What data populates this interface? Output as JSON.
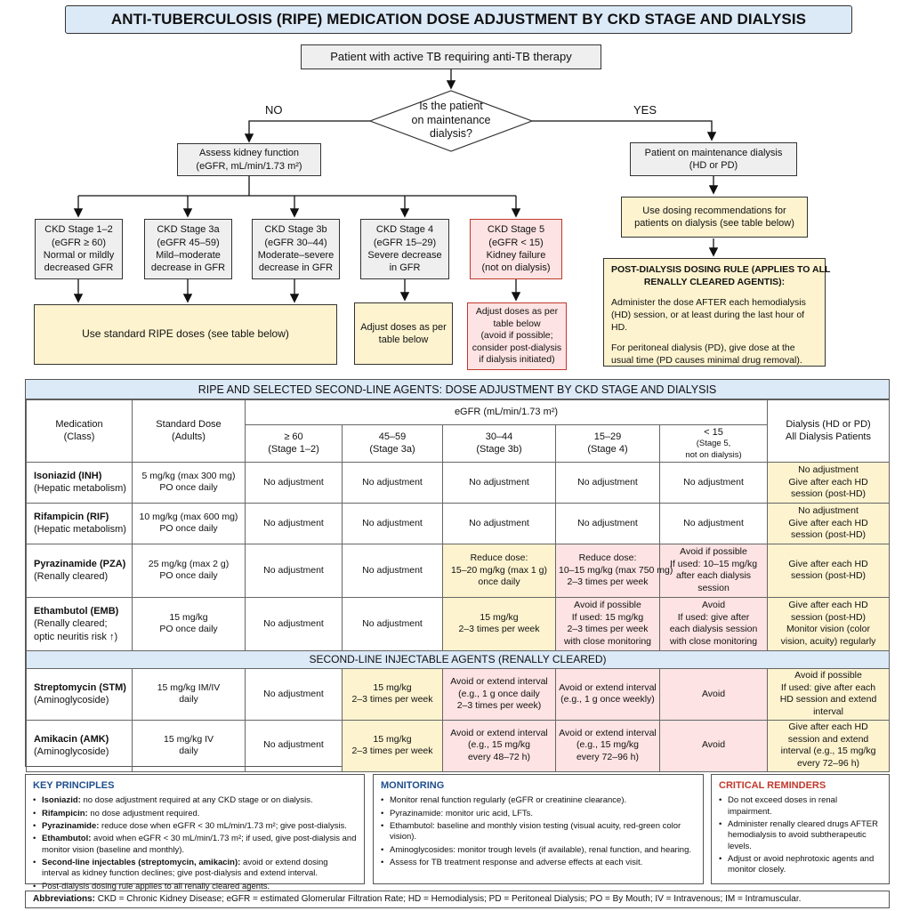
{
  "title": "ANTI-TUBERCULOSIS (RIPE) MEDICATION DOSE ADJUSTMENT BY CKD STAGE AND DIALYSIS",
  "start": "Patient with active TB requiring anti-TB therapy",
  "decision": [
    "Is the patient",
    "on maintenance",
    "dialysis?"
  ],
  "no_label": "NO",
  "yes_label": "YES",
  "assess": [
    "Assess kidney function",
    "(eGFR, mL/min/1.73 m²)"
  ],
  "dialysis_patient": [
    "Patient on maintenance dialysis",
    "(HD or PD)"
  ],
  "stages": [
    [
      "CKD Stage 1–2",
      "(eGFR ≥ 60)",
      "Normal or mildly",
      "decreased GFR"
    ],
    [
      "CKD Stage 3a",
      "(eGFR 45–59)",
      "Mild–moderate",
      "decrease in GFR"
    ],
    [
      "CKD Stage 3b",
      "(eGFR 30–44)",
      "Moderate–severe",
      "decrease in GFR"
    ],
    [
      "CKD Stage 4",
      "(eGFR 15–29)",
      "Severe decrease",
      "in GFR"
    ],
    [
      "CKD Stage 5",
      "(eGFR < 15)",
      "Kidney failure",
      "(not on dialysis)"
    ]
  ],
  "use_dialysis": [
    "Use dosing recommendations for",
    "patients on dialysis (see table below)"
  ],
  "standard": "Use standard RIPE doses (see table below)",
  "adjust4": [
    "Adjust doses as per",
    "table below"
  ],
  "adjust5": [
    "Adjust doses as per",
    "table below",
    "(avoid if possible;",
    "consider post-dialysis",
    "if dialysis initiated)"
  ],
  "rule": {
    "title": [
      "POST-DIALYSIS DOSING RULE (APPLIES TO ALL",
      "RENALLY CLEARED AGENTIS):"
    ],
    "p1": "Administer the dose AFTER each hemodialysis (HD) session, or at least during the last hour of HD.",
    "p2": "For peritoneal dialysis (PD), give dose at the usual time (PD causes minimal drug removal)."
  },
  "table": {
    "title": "RIPE AND SELECTED SECOND-LINE AGENTS: DOSE ADJUSTMENT BY CKD STAGE AND DIALYSIS",
    "h_med": [
      "Medication",
      "(Class)"
    ],
    "h_dose": [
      "Standard Dose",
      "(Adults)"
    ],
    "h_egfr": "eGFR (mL/min/1.73 m²)",
    "h_dial": [
      "Dialysis (HD or PD)",
      "All Dialysis Patients"
    ],
    "h_stages": [
      [
        "≥ 60",
        "(Stage 1–2)"
      ],
      [
        "45–59",
        "(Stage 3a)"
      ],
      [
        "30–44",
        "(Stage 3b)"
      ],
      [
        "15–29",
        "(Stage 4)"
      ],
      [
        "< 15",
        "(Stage 5,",
        "not on dialysis)"
      ]
    ],
    "section2": "SECOND-LINE INJECTABLE AGENTS (RENALLY CLEARED)",
    "rows": [
      {
        "name": "Isoniazid (INH)",
        "cls": [
          "(Hepatic metabolism)"
        ],
        "dose": [
          "5 mg/kg (max 300 mg)",
          "PO once daily"
        ],
        "cells": [
          [
            "No adjustment"
          ],
          [
            "No adjustment"
          ],
          [
            "No adjustment"
          ],
          [
            "No adjustment"
          ],
          [
            "No adjustment"
          ]
        ],
        "dial": [
          "No adjustment",
          "Give after each HD",
          "session (post-HD)"
        ]
      },
      {
        "name": "Rifampicin (RIF)",
        "cls": [
          "(Hepatic metabolism)"
        ],
        "dose": [
          "10 mg/kg (max 600 mg)",
          "PO once daily"
        ],
        "cells": [
          [
            "No adjustment"
          ],
          [
            "No adjustment"
          ],
          [
            "No adjustment"
          ],
          [
            "No adjustment"
          ],
          [
            "No adjustment"
          ]
        ],
        "dial": [
          "No adjustment",
          "Give after each HD",
          "session (post-HD)"
        ]
      },
      {
        "name": "Pyrazinamide (PZA)",
        "cls": [
          "(Renally cleared)"
        ],
        "dose": [
          "25 mg/kg (max 2 g)",
          "PO once daily"
        ],
        "cells": [
          [
            "No adjustment"
          ],
          [
            "No adjustment"
          ],
          [
            "Reduce dose:",
            "15–20 mg/kg (max 1 g)",
            "once daily"
          ],
          [
            "Reduce dose:",
            "10–15 mg/kg (max 750 mg)",
            "2–3 times per week"
          ],
          [
            "Avoid if possible",
            "If used: 10–15 mg/kg",
            "after each dialysis",
            "session"
          ]
        ],
        "dial": [
          "Give after each HD",
          "session (post-HD)"
        ]
      },
      {
        "name": "Ethambutol (EMB)",
        "cls": [
          "(Renally cleared;",
          "optic neuritis risk ↑)"
        ],
        "dose": [
          "15 mg/kg",
          "PO once daily"
        ],
        "cells": [
          [
            "No adjustment"
          ],
          [
            "No adjustment"
          ],
          [
            "15 mg/kg",
            "2–3 times per week"
          ],
          [
            "Avoid if possible",
            "If used: 15 mg/kg",
            "2–3 times per week",
            "with close monitoring"
          ],
          [
            "Avoid",
            "If used: give after",
            "each dialysis session",
            "with close monitoring"
          ]
        ],
        "dial": [
          "Give after each HD",
          "session (post-HD)",
          "Monitor vision (color",
          "vision, acuity) regularly"
        ]
      }
    ],
    "rows2": [
      {
        "name": "Streptomycin (STM)",
        "cls": [
          "(Aminoglycoside)"
        ],
        "dose": [
          "15 mg/kg IM/IV",
          "daily"
        ],
        "cells": [
          [
            "No adjustment"
          ],
          [
            "15 mg/kg",
            "2–3 times per week"
          ],
          [
            "Avoid or extend interval",
            "(e.g., 1 g once daily",
            "2–3 times per week)"
          ],
          [
            "Avoid or extend interval",
            "(e.g., 1 g once weekly)"
          ],
          [
            "Avoid"
          ]
        ],
        "dial": [
          "Avoid if possible",
          "If used: give after each",
          "HD session and extend",
          "interval"
        ]
      },
      {
        "name": "Amikacin (AMK)",
        "cls": [
          "(Aminoglycoside)"
        ],
        "dose": [
          "15 mg/kg IV",
          "daily"
        ],
        "cells": [
          [
            "No adjustment"
          ],
          [
            "15 mg/kg",
            "2–3 times per week"
          ],
          [
            "Avoid or extend interval",
            "(e.g., 15 mg/kg",
            "every 48–72 h)"
          ],
          [
            "Avoid or extend interval",
            "(e.g., 15 mg/kg",
            "every 72–96 h)"
          ],
          [
            "Avoid"
          ]
        ],
        "dial": [
          "Give after each HD",
          "session and extend",
          "interval (e.g., 15 mg/kg",
          "every 72–96 h)"
        ]
      }
    ]
  },
  "key": {
    "title": "KEY PRINCIPLES",
    "items": [
      {
        "b": "Isoniazid:",
        "t": " no dose adjustment required at any CKD stage or on dialysis."
      },
      {
        "b": "Rifampicin:",
        "t": " no dose adjustment required."
      },
      {
        "b": "Pyrazinamide:",
        "t": " reduce dose when eGFR < 30 mL/min/1.73 m²; give post-dialysis."
      },
      {
        "b": "Ethambutol:",
        "t": " avoid when eGFR < 30 mL/min/1.73 m²; if used, give post-dialysis and monitor vision (baseline and monthly)."
      },
      {
        "b": "Second-line injectables (streptomycin, amikacin):",
        "t": " avoid or extend dosing interval as kidney function declines; give post-dialysis and extend interval."
      },
      {
        "b": "",
        "t": "Post-dialysis dosing rule applies to all renally cleared agents."
      }
    ]
  },
  "monitoring": {
    "title": "MONITORING",
    "items": [
      "Monitor renal function regularly (eGFR or creatinine clearance).",
      "Pyrazinamide: monitor uric acid, LFTs.",
      "Ethambutol: baseline and monthly vision testing (visual acuity, red-green color vision).",
      "Aminoglycosides: monitor trough levels (if available), renal function, and hearing.",
      "Assess for TB treatment response and adverse effects at each visit."
    ]
  },
  "critical": {
    "title": "CRITICAL REMINDERS",
    "items": [
      "Do not exceed doses in renal impairment.",
      "Administer renally cleared drugs AFTER hemodialysis to avoid subtherapeutic levels.",
      "Adjust or avoid nephrotoxic agents and monitor closely."
    ]
  },
  "abbr": {
    "label": "Abbreviations:",
    "text": " CKD = Chronic Kidney Disease; eGFR = estimated Glomerular Filtration Rate; HD = Hemodialysis; PD = Peritoneal Dialysis; PO = By Mouth; IV = Intravenous; IM = Intramuscular."
  },
  "colors": {
    "yellow": "#fdf3cf",
    "pink": "#fde3e3",
    "blue": "#dce9f7",
    "gray": "#efefef",
    "critical_title": "#c0392b",
    "key_title": "#1f4e8c"
  }
}
